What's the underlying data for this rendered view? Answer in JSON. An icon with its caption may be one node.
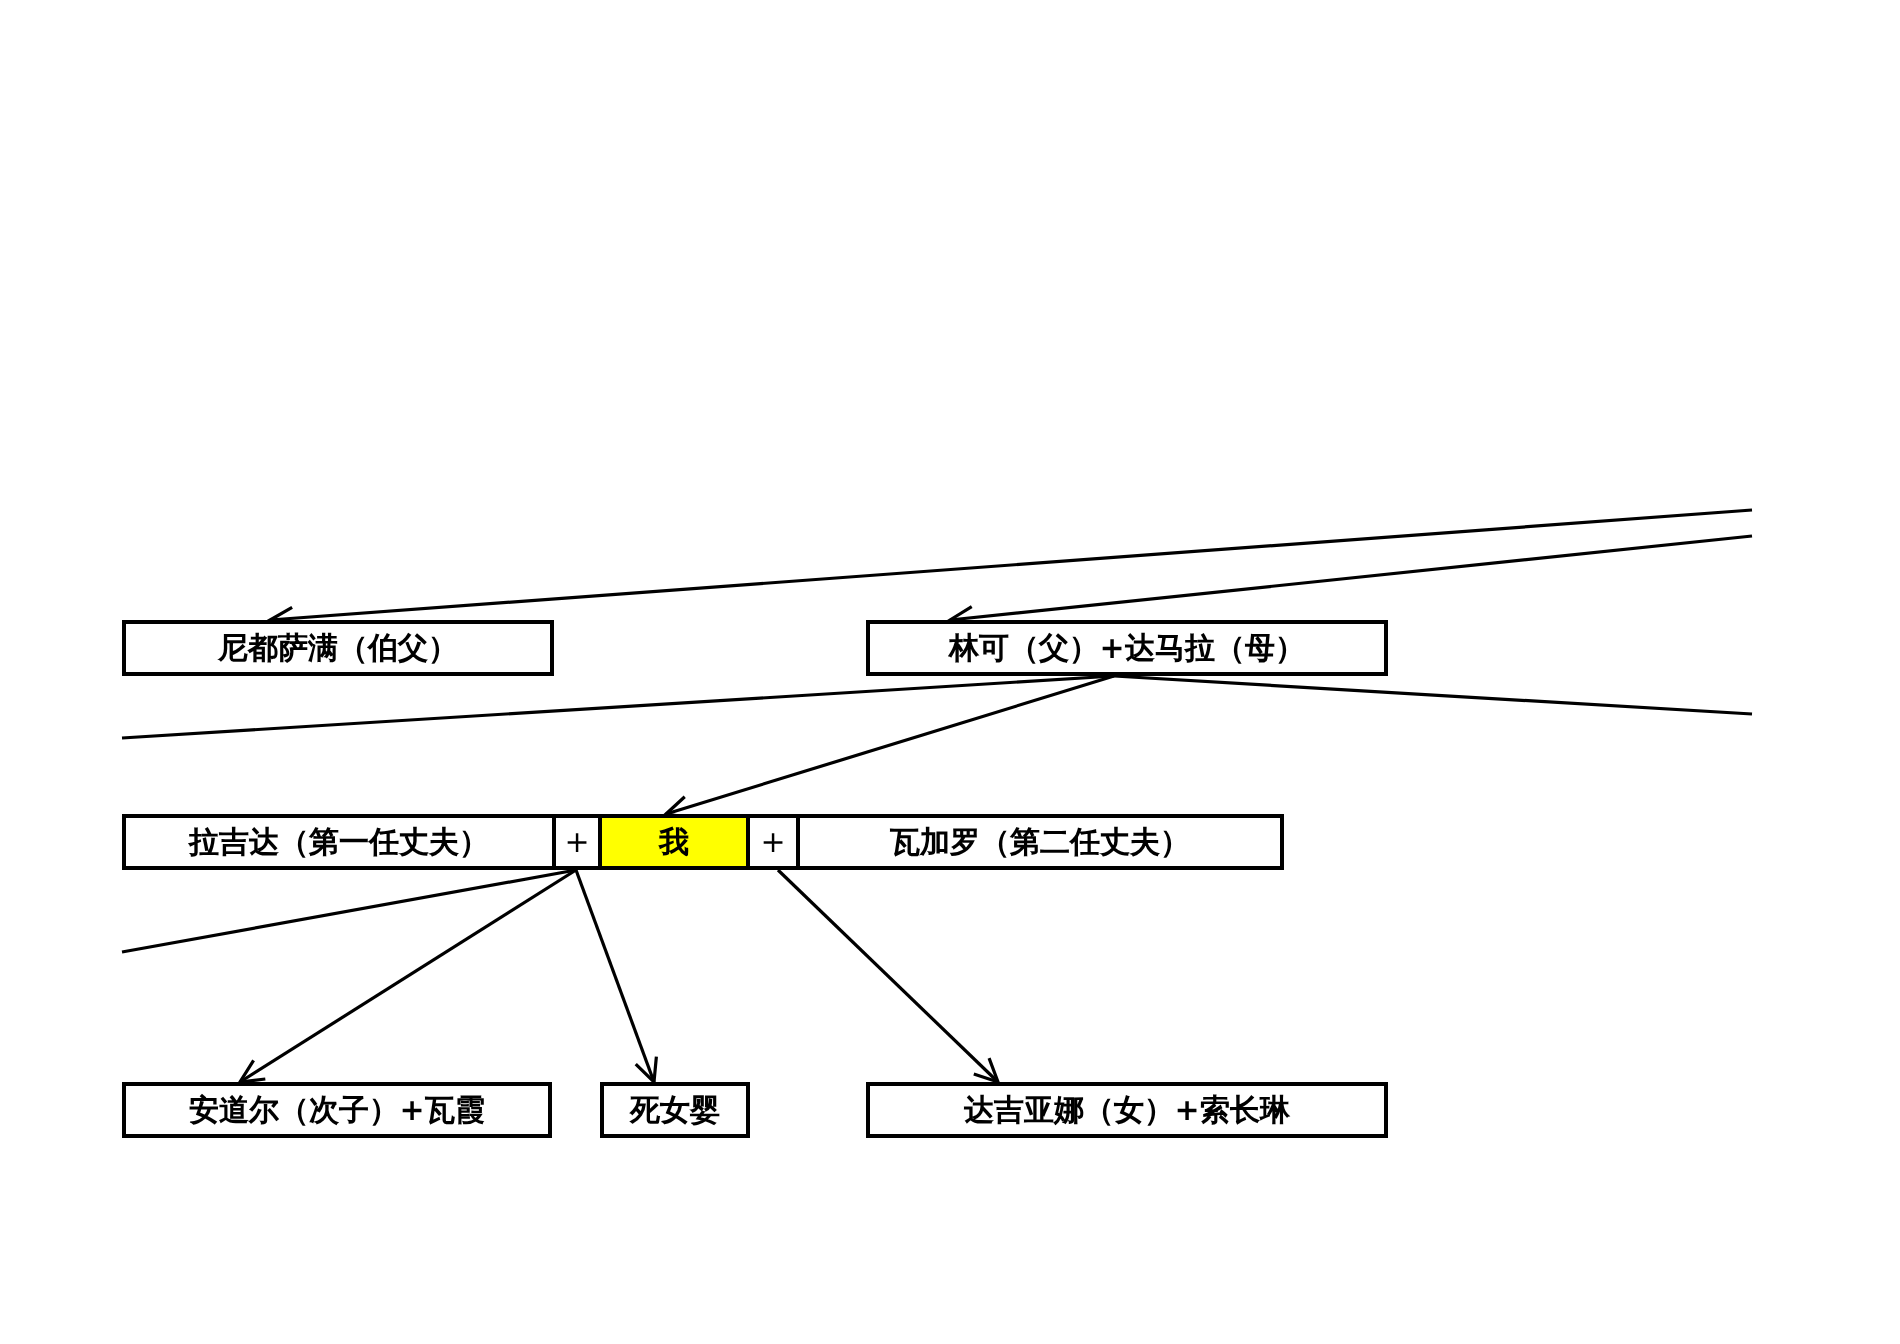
{
  "diagram": {
    "nodes": [
      {
        "text": [
          "尼都萨满（伯父）"
        ]
      },
      {
        "text": [
          "林可（父）+达马拉（母）"
        ]
      },
      {
        "text": [
          "拉吉达（第一任丈夫）"
        ]
      },
      {
        "text": [
          "+"
        ]
      },
      {
        "text": [
          "我"
        ]
      },
      {
        "text": [
          "+"
        ]
      },
      {
        "text": [
          "瓦加罗（第二任丈夫）"
        ]
      },
      {
        "text": [
          "安道尔（次子）+瓦霞"
        ]
      },
      {
        "text": [
          "死女婴"
        ]
      },
      {
        "text": [
          "达吉亚娜（女）+索长琳"
        ]
      }
    ],
    "edges": [
      {
        "from": null,
        "to": 0,
        "arrow": "to"
      },
      {
        "from": null,
        "to": 1,
        "arrow": "to"
      },
      {
        "from": 1,
        "to": null,
        "arrow": "none"
      },
      {
        "from": 1,
        "to": null,
        "arrow": "none"
      },
      {
        "from": 1,
        "to": 4,
        "arrow": "to"
      },
      {
        "from": 3,
        "to": null,
        "arrow": "none"
      },
      {
        "from": 3,
        "to": 7,
        "arrow": "to"
      },
      {
        "from": 3,
        "to": 8,
        "arrow": "to"
      },
      {
        "from": 5,
        "to": 9,
        "arrow": "to"
      }
    ]
  }
}
